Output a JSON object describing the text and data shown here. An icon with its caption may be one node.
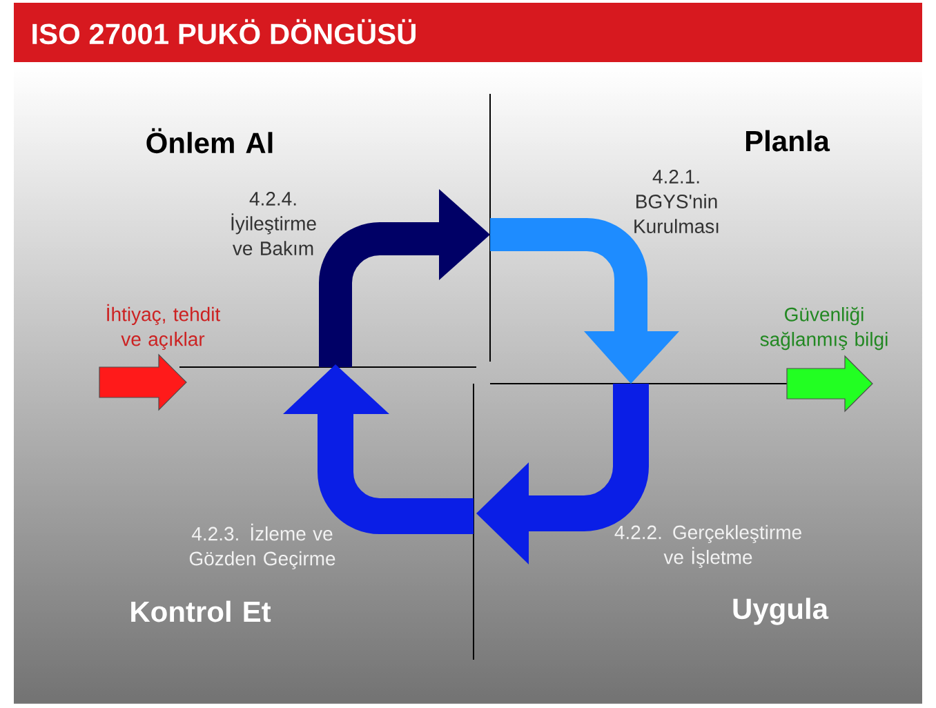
{
  "diagram": {
    "title": "ISO 27001 PUKÖ DÖNGÜSÜ",
    "labels": [
      "Önlem Al",
      "Planla",
      "4.2.4. İyileştirme ve Bakım",
      "4.2.1. BGYS'nin Kurulması",
      "İhtiyaç, tehdit ve açıklar",
      "Güvenliği sağlanmış bilgi",
      "4.2.3. İzleme ve Gözden Geçirme",
      "4.2.2. Gerçekleştirme ve İşletme",
      "Kontrol Et",
      "Uygula"
    ]
  }
}
